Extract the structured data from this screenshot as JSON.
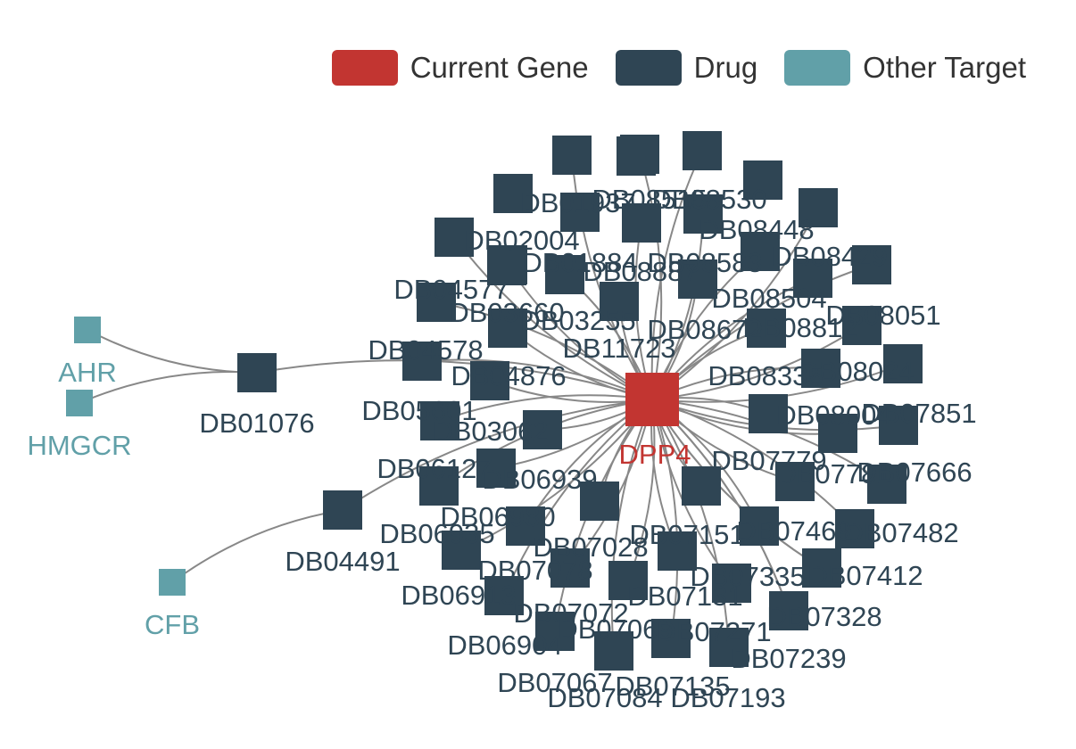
{
  "legend": {
    "current_gene": {
      "label": "Current Gene",
      "color": "#c23531"
    },
    "drug": {
      "label": "Drug",
      "color": "#2f4554"
    },
    "other_target": {
      "label": "Other Target",
      "color": "#61a0a8"
    }
  },
  "colors": {
    "edge": "#888888"
  },
  "graph": {
    "center": "DPP4",
    "nodes": [
      {
        "id": "DPP4",
        "type": "current_gene"
      },
      {
        "id": "AHR",
        "type": "other_target"
      },
      {
        "id": "HMGCR",
        "type": "other_target"
      },
      {
        "id": "CFB",
        "type": "other_target"
      },
      {
        "id": "DB01076",
        "type": "drug"
      },
      {
        "id": "DB04491",
        "type": "drug"
      },
      {
        "id": "DB02004",
        "type": "drug"
      },
      {
        "id": "DB04577",
        "type": "drug"
      },
      {
        "id": "DB03660",
        "type": "drug"
      },
      {
        "id": "DB03255",
        "type": "drug"
      },
      {
        "id": "DB11723",
        "type": "drug"
      },
      {
        "id": "DB04578",
        "type": "drug"
      },
      {
        "id": "DB04876",
        "type": "drug"
      },
      {
        "id": "DB05601",
        "type": "drug"
      },
      {
        "id": "DB03062",
        "type": "drug"
      },
      {
        "id": "DB06127",
        "type": "drug"
      },
      {
        "id": "DB06939",
        "type": "drug"
      },
      {
        "id": "DB06980",
        "type": "drug"
      },
      {
        "id": "DB06935",
        "type": "drug"
      },
      {
        "id": "DB07028",
        "type": "drug"
      },
      {
        "id": "DB07078",
        "type": "drug"
      },
      {
        "id": "DB06913",
        "type": "drug"
      },
      {
        "id": "DB07072",
        "type": "drug"
      },
      {
        "id": "DB06904",
        "type": "drug"
      },
      {
        "id": "DB07069",
        "type": "drug"
      },
      {
        "id": "DB07067",
        "type": "drug"
      },
      {
        "id": "DB07084",
        "type": "drug"
      },
      {
        "id": "DB07135",
        "type": "drug"
      },
      {
        "id": "DB07193",
        "type": "drug"
      },
      {
        "id": "DB07271",
        "type": "drug"
      },
      {
        "id": "DB07239",
        "type": "drug"
      },
      {
        "id": "DB07151",
        "type": "drug"
      },
      {
        "id": "DB07131",
        "type": "drug"
      },
      {
        "id": "DB07335",
        "type": "drug"
      },
      {
        "id": "DB07328",
        "type": "drug"
      },
      {
        "id": "DB07412",
        "type": "drug"
      },
      {
        "id": "DB07482",
        "type": "drug"
      },
      {
        "id": "DB07469",
        "type": "drug"
      },
      {
        "id": "DB07779",
        "type": "drug"
      },
      {
        "id": "DB07781",
        "type": "drug"
      },
      {
        "id": "DB07666",
        "type": "drug"
      },
      {
        "id": "DB07851",
        "type": "drug"
      },
      {
        "id": "DB08004",
        "type": "drug"
      },
      {
        "id": "DB08024",
        "type": "drug"
      },
      {
        "id": "DB08335",
        "type": "drug"
      },
      {
        "id": "DB08051",
        "type": "drug"
      },
      {
        "id": "DB08812",
        "type": "drug"
      },
      {
        "id": "DB08672",
        "type": "drug"
      },
      {
        "id": "DB08504",
        "type": "drug"
      },
      {
        "id": "DB08583",
        "type": "drug"
      },
      {
        "id": "DB08887",
        "type": "drug"
      },
      {
        "id": "DB01884",
        "type": "drug"
      },
      {
        "id": "DB08429",
        "type": "drug"
      },
      {
        "id": "DB08448",
        "type": "drug"
      },
      {
        "id": "DB08530",
        "type": "drug"
      },
      {
        "id": "DB08515",
        "type": "drug"
      },
      {
        "id": "DB01937",
        "type": "drug"
      }
    ],
    "edges": [
      [
        "DB01076",
        "AHR"
      ],
      [
        "DB01076",
        "HMGCR"
      ],
      [
        "DB01076",
        "DPP4"
      ],
      [
        "DB04491",
        "CFB"
      ],
      [
        "DB04491",
        "DPP4"
      ],
      [
        "DB02004",
        "DPP4"
      ],
      [
        "DB04577",
        "DPP4"
      ],
      [
        "DB03660",
        "DPP4"
      ],
      [
        "DB03255",
        "DPP4"
      ],
      [
        "DB11723",
        "DPP4"
      ],
      [
        "DB04578",
        "DPP4"
      ],
      [
        "DB04876",
        "DPP4"
      ],
      [
        "DB05601",
        "DPP4"
      ],
      [
        "DB03062",
        "DPP4"
      ],
      [
        "DB06127",
        "DPP4"
      ],
      [
        "DB06939",
        "DPP4"
      ],
      [
        "DB06980",
        "DPP4"
      ],
      [
        "DB06935",
        "DPP4"
      ],
      [
        "DB07028",
        "DPP4"
      ],
      [
        "DB07078",
        "DPP4"
      ],
      [
        "DB06913",
        "DPP4"
      ],
      [
        "DB07072",
        "DPP4"
      ],
      [
        "DB06904",
        "DPP4"
      ],
      [
        "DB07069",
        "DPP4"
      ],
      [
        "DB07067",
        "DPP4"
      ],
      [
        "DB07084",
        "DPP4"
      ],
      [
        "DB07135",
        "DPP4"
      ],
      [
        "DB07193",
        "DPP4"
      ],
      [
        "DB07271",
        "DPP4"
      ],
      [
        "DB07239",
        "DPP4"
      ],
      [
        "DB07151",
        "DPP4"
      ],
      [
        "DB07131",
        "DPP4"
      ],
      [
        "DB07335",
        "DPP4"
      ],
      [
        "DB07328",
        "DPP4"
      ],
      [
        "DB07412",
        "DPP4"
      ],
      [
        "DB07482",
        "DPP4"
      ],
      [
        "DB07469",
        "DPP4"
      ],
      [
        "DB07779",
        "DPP4"
      ],
      [
        "DB07781",
        "DPP4"
      ],
      [
        "DB07666",
        "DPP4"
      ],
      [
        "DB07851",
        "DPP4"
      ],
      [
        "DB08004",
        "DPP4"
      ],
      [
        "DB08024",
        "DPP4"
      ],
      [
        "DB08335",
        "DPP4"
      ],
      [
        "DB08051",
        "DPP4"
      ],
      [
        "DB08812",
        "DPP4"
      ],
      [
        "DB08672",
        "DPP4"
      ],
      [
        "DB08504",
        "DPP4"
      ],
      [
        "DB08583",
        "DPP4"
      ],
      [
        "DB08887",
        "DPP4"
      ],
      [
        "DB01884",
        "DPP4"
      ],
      [
        "DB08429",
        "DPP4"
      ],
      [
        "DB08448",
        "DPP4"
      ],
      [
        "DB08530",
        "DPP4"
      ],
      [
        "DB08515",
        "DPP4"
      ],
      [
        "DB01937",
        "DPP4"
      ]
    ]
  }
}
